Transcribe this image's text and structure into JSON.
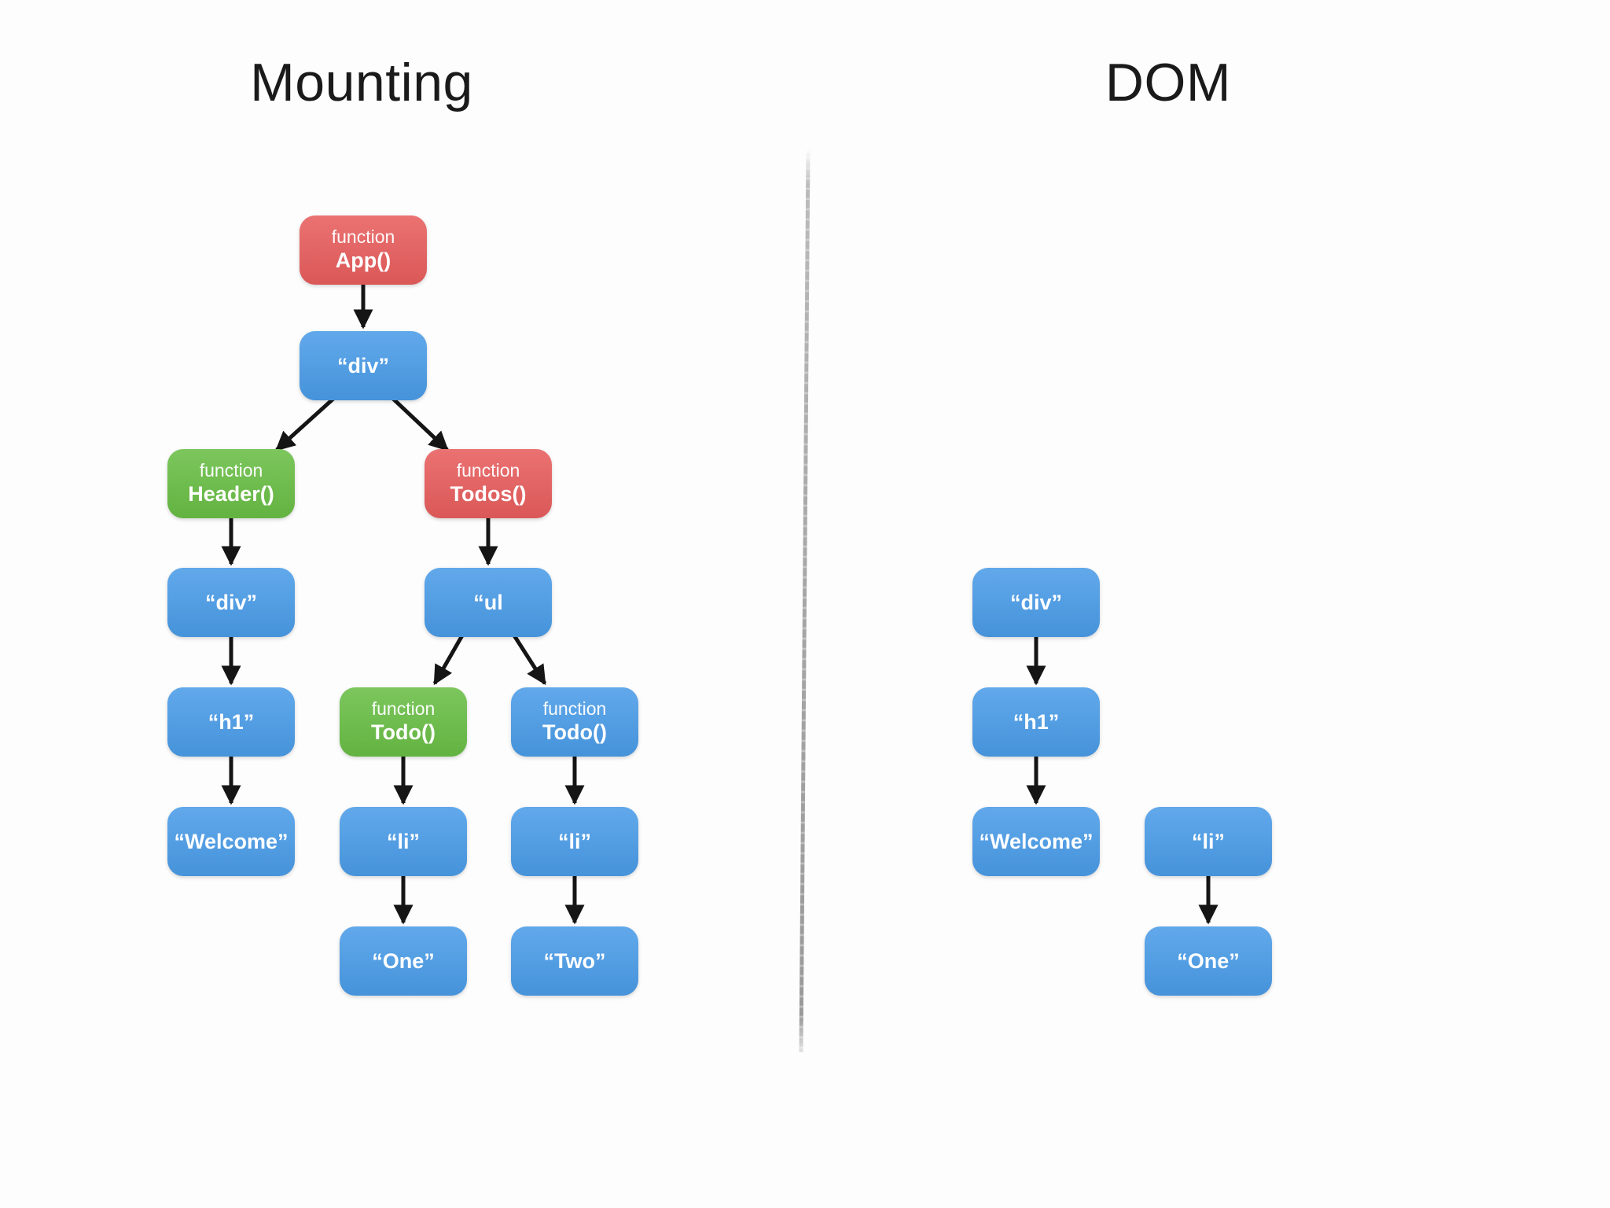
{
  "titles": {
    "mounting": "Mounting",
    "dom": "DOM"
  },
  "colors": {
    "red": "#E85D5D",
    "blue": "#4A9CE8",
    "green": "#69BE45",
    "arrow": "#151515",
    "divider": "#9E9E9E",
    "node_text": "#FFFFFF",
    "background": "#FDFDFD"
  },
  "mounting_tree": {
    "nodes": [
      {
        "id": "app",
        "color": "red",
        "lines": [
          "function",
          "App()"
        ]
      },
      {
        "id": "root-div",
        "color": "blue",
        "lines": [
          "“div”"
        ]
      },
      {
        "id": "header-fn",
        "color": "green",
        "lines": [
          "function",
          "Header()"
        ]
      },
      {
        "id": "todos-fn",
        "color": "red",
        "lines": [
          "function",
          "Todos()"
        ]
      },
      {
        "id": "header-div",
        "color": "blue",
        "lines": [
          "“div”"
        ]
      },
      {
        "id": "ul",
        "color": "blue",
        "lines": [
          "“ul"
        ]
      },
      {
        "id": "h1",
        "color": "blue",
        "lines": [
          "“h1”"
        ]
      },
      {
        "id": "todo-fn-1",
        "color": "green",
        "lines": [
          "function",
          "Todo()"
        ]
      },
      {
        "id": "todo-fn-2",
        "color": "blue",
        "lines": [
          "function",
          "Todo()"
        ]
      },
      {
        "id": "welcome",
        "color": "blue",
        "lines": [
          "“Welcome”"
        ]
      },
      {
        "id": "li-1",
        "color": "blue",
        "lines": [
          "“li”"
        ]
      },
      {
        "id": "li-2",
        "color": "blue",
        "lines": [
          "“li”"
        ]
      },
      {
        "id": "one",
        "color": "blue",
        "lines": [
          "“One”"
        ]
      },
      {
        "id": "two",
        "color": "blue",
        "lines": [
          "“Two”"
        ]
      }
    ],
    "edges": [
      [
        "app",
        "root-div"
      ],
      [
        "root-div",
        "header-fn"
      ],
      [
        "root-div",
        "todos-fn"
      ],
      [
        "header-fn",
        "header-div"
      ],
      [
        "todos-fn",
        "ul"
      ],
      [
        "header-div",
        "h1"
      ],
      [
        "ul",
        "todo-fn-1"
      ],
      [
        "ul",
        "todo-fn-2"
      ],
      [
        "h1",
        "welcome"
      ],
      [
        "todo-fn-1",
        "li-1"
      ],
      [
        "todo-fn-2",
        "li-2"
      ],
      [
        "li-1",
        "one"
      ],
      [
        "li-2",
        "two"
      ]
    ]
  },
  "dom_tree": {
    "nodes": [
      {
        "id": "dom-div",
        "color": "blue",
        "lines": [
          "“div”"
        ]
      },
      {
        "id": "dom-h1",
        "color": "blue",
        "lines": [
          "“h1”"
        ]
      },
      {
        "id": "dom-welcome",
        "color": "blue",
        "lines": [
          "“Welcome”"
        ]
      },
      {
        "id": "dom-li",
        "color": "blue",
        "lines": [
          "“li”"
        ]
      },
      {
        "id": "dom-one",
        "color": "blue",
        "lines": [
          "“One”"
        ]
      }
    ],
    "edges": [
      [
        "dom-div",
        "dom-h1"
      ],
      [
        "dom-h1",
        "dom-welcome"
      ],
      [
        "dom-li",
        "dom-one"
      ]
    ]
  }
}
